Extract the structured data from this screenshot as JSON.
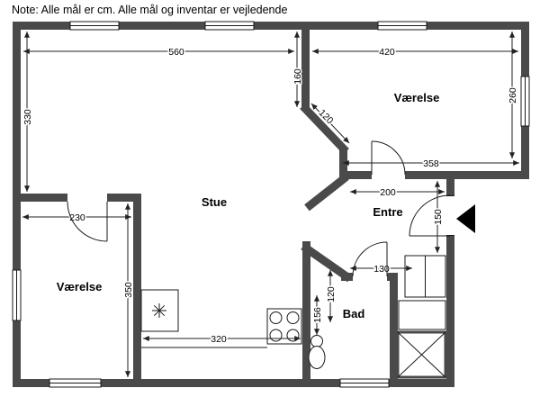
{
  "note": "Note: Alle mål er cm. Alle mål og inventar er vejledende",
  "rooms": {
    "stue": "Stue",
    "vaerelse_top": "Værelse",
    "vaerelse_bottom": "Værelse",
    "entre": "Entre",
    "bad": "Bad"
  },
  "dims": {
    "d560": "560",
    "d420": "420",
    "d330": "330",
    "d160": "160",
    "d120_diag": "120",
    "d260": "260",
    "d358": "358",
    "d200": "200",
    "d150": "150",
    "d230": "230",
    "d130": "130",
    "d350": "350",
    "d320": "320",
    "d120_bad": "120",
    "d156": "156"
  },
  "colors": {
    "wall": "#4a4a4a",
    "line": "#1a1a1a",
    "dimension": "#222222",
    "arrow": "#000000",
    "background": "#ffffff"
  },
  "icons": {
    "entrance_arrow": "left-pointing-solid-triangle",
    "window": "double-line-wall-opening",
    "door": "quarter-circle-swing",
    "stove": "four-burner-hob",
    "sink": "eight-point-star",
    "toilet": "wc-bowl-and-cistern",
    "shaft": "crossed-square",
    "wardrobe": "cabinet-rectangle"
  }
}
